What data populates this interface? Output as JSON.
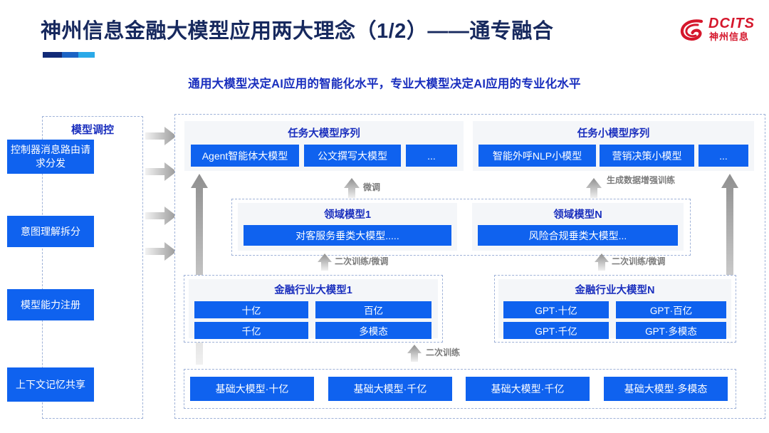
{
  "header": {
    "title": "神州信息金融大模型应用两大理念（1/2）——通专融合",
    "subtitle": "通用大模型决定AI应用的智能化水平，专业大模型决定AI应用的专业化水平",
    "logo": {
      "brand": "DCITS",
      "cn": "神州信息"
    },
    "accent_colors": [
      "#112a77",
      "#1b63c4",
      "#2aa9e8"
    ]
  },
  "colors": {
    "title": "#17295e",
    "subtitle": "#1a2fbe",
    "box_blue": "#0f62ef",
    "panel_bg": "#f4f6f9",
    "dashed_border": "#9fb2d8",
    "arrow_gray": "#a6a6a6",
    "logo_red": "#d5172c"
  },
  "sidebar": {
    "title": "模型调控",
    "items": [
      {
        "label": "控制器消息路由请求分发"
      },
      {
        "label": "意图理解拆分"
      },
      {
        "label": "模型能力注册"
      },
      {
        "label": "上下文记忆共享"
      }
    ]
  },
  "task_sequences": [
    {
      "title": "任务大模型序列",
      "items": [
        "Agent智能体大模型",
        "公文撰写大模型",
        "..."
      ]
    },
    {
      "title": "任务小模型序列",
      "items": [
        "智能外呼NLP小模型",
        "营销决策小模型",
        "..."
      ]
    }
  ],
  "domain_models": [
    {
      "title": "领域模型1",
      "item": "对客服务垂类大模型....."
    },
    {
      "title": "领域模型N",
      "item": "风险合规垂类大模型..."
    }
  ],
  "industry_models": [
    {
      "title": "金融行业大模型1",
      "items": [
        "十亿",
        "百亿",
        "千亿",
        "多模态"
      ]
    },
    {
      "title": "金融行业大模型N",
      "items": [
        "GPT·十亿",
        "GPT·百亿",
        "GPT·千亿",
        "GPT·多模态"
      ]
    }
  ],
  "foundation_models": [
    "基础大模型·十亿",
    "基础大模型·千亿",
    "基础大模型·千亿",
    "基础大模型·多模态"
  ],
  "arrow_labels": {
    "fine_tune": "微调",
    "data_aug": "生成数据增强训练",
    "retrain_left": "二次训练/微调",
    "retrain_right": "二次训练/微调",
    "retrain_bottom": "二次训练"
  }
}
